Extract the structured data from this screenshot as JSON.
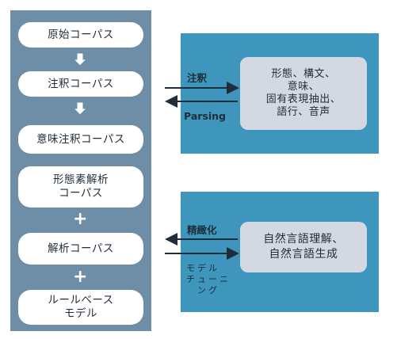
{
  "pipeline": [
    {
      "label": "原始コーパス"
    },
    {
      "label": "注釈コーパス"
    },
    {
      "label": "意味注釈コーパス"
    },
    {
      "label": "形態素解析\nコーパス"
    },
    {
      "label": "解析コーパス"
    },
    {
      "label": "ルールベース\nモデル"
    }
  ],
  "connectors": {
    "plus": "+"
  },
  "top_box": {
    "lines": [
      "形態、構文、",
      "意味、",
      "固有表現抽出、",
      "語行、音声"
    ],
    "arrow_in_label": "注釈",
    "arrow_out_label": "Parsing"
  },
  "bottom_box": {
    "lines": [
      "自然言語理解、",
      "自然言語生成"
    ],
    "arrow_in_label": "精緻化",
    "arrow_out_label_lines": [
      "モデル",
      "チューニ",
      "ング"
    ]
  },
  "colors": {
    "left_panel": "#6d8ea6",
    "right_panel": "#3e96bc",
    "inner_box": "#d4d8e2",
    "arrow": "#1f2d3a"
  }
}
